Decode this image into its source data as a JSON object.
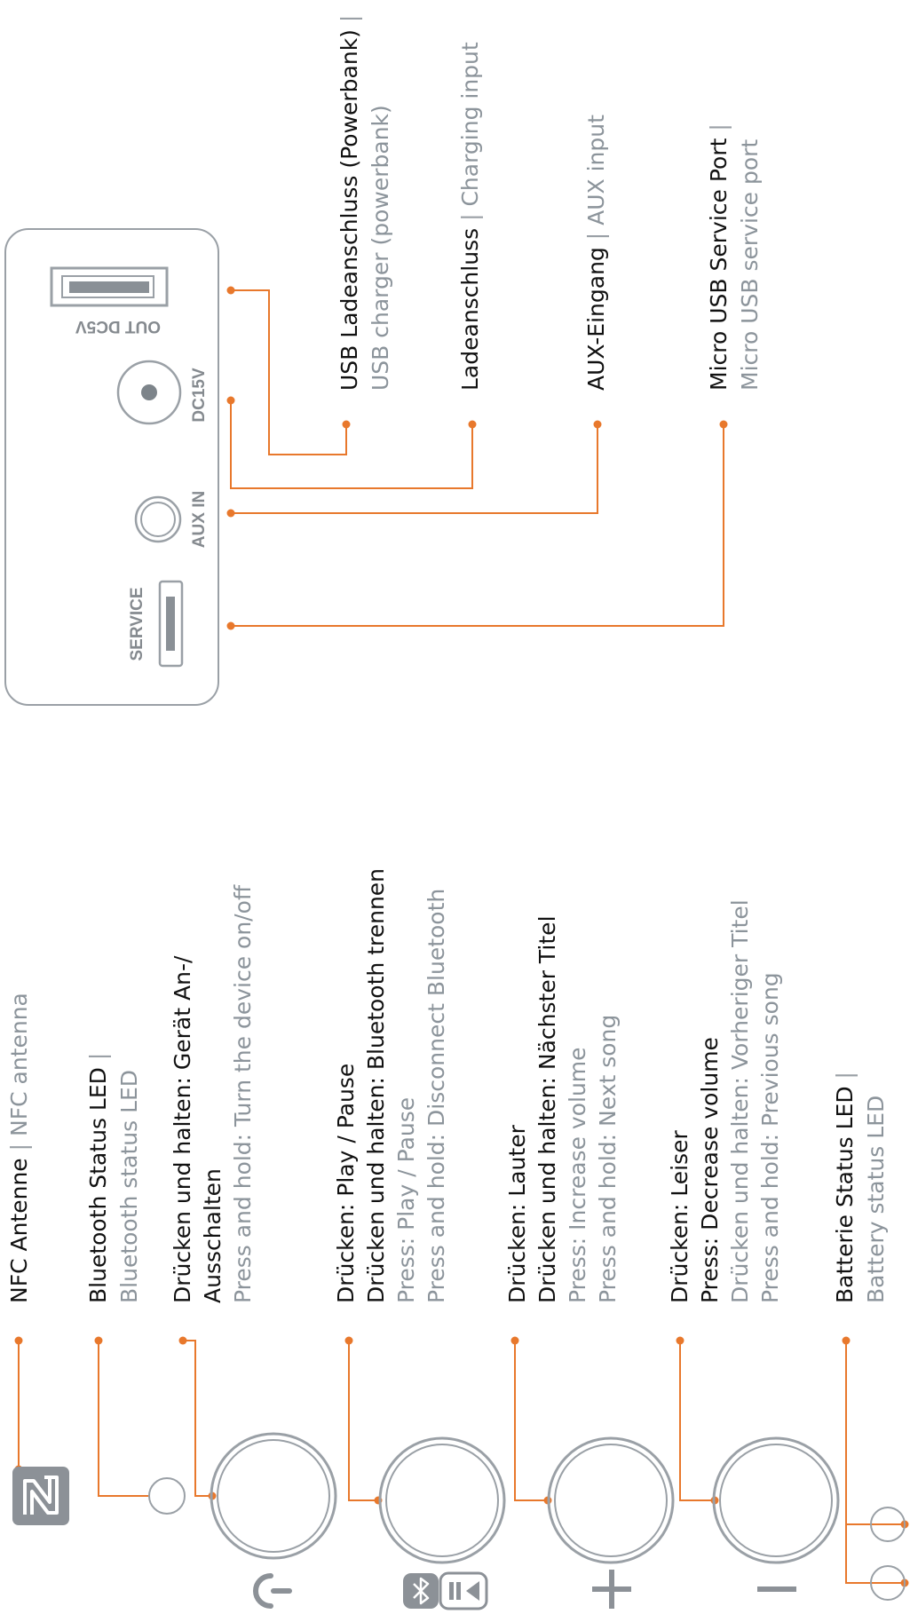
{
  "ports": {
    "labels": {
      "out": "OUT DC5V",
      "dc": "DC15V",
      "aux": "AUX IN",
      "service": "SERVICE"
    },
    "usb": {
      "de": "USB Ladeanschluss (Powerbank)",
      "sep1": " | ",
      "en": "USB charger (powerbank)"
    },
    "charging": {
      "de": "Ladeanschluss",
      "sep": " | ",
      "en": "Charging input"
    },
    "aux": {
      "de": "AUX-Eingang",
      "sep": " | ",
      "en": "AUX input"
    },
    "service": {
      "de": "Micro USB Service Port",
      "sep": " | ",
      "en": "Micro USB service port"
    }
  },
  "controls": {
    "nfc": {
      "de": "NFC Antenne",
      "sep": " | ",
      "en": "NFC antenna"
    },
    "bt_led": {
      "de": "Bluetooth Status LED",
      "sep": " |",
      "en": "Bluetooth status LED"
    },
    "power": {
      "line1": "Drücken und halten: Gerät An-/",
      "line2": "Ausschalten",
      "line3": "Press and hold: Turn the device on/off"
    },
    "play": {
      "line1": "Drücken: Play / Pause",
      "line2": "Drücken und halten: Bluetooth trennen",
      "line3": "Press: Play / Pause",
      "line4": "Press and hold: Disconnect Bluetooth"
    },
    "plus": {
      "line1": "Drücken: Lauter",
      "line2": "Drücken und halten: Nächster Titel",
      "line3": "Press: Increase volume",
      "line4": "Press and hold: Next song"
    },
    "minus": {
      "line1": "Drücken: Leiser",
      "line2": "Press: Decrease volume",
      "line3": "Drücken und halten: Vorheriger Titel",
      "line4": "Press and hold: Previous song"
    },
    "battery": {
      "de": "Batterie Status LED",
      "sep": " |",
      "en": "Battery status LED"
    }
  },
  "colors": {
    "accent": "#e8782c",
    "text": "#111111",
    "secondary": "#8c949b",
    "outline": "#9aa0a6"
  }
}
